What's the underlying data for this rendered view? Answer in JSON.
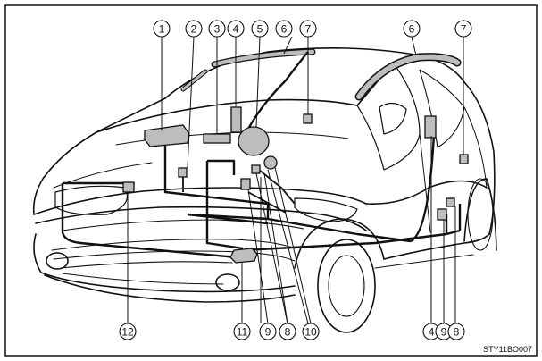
{
  "figure": {
    "reference_code": "STY11BO007",
    "callouts": [
      "1",
      "2",
      "3",
      "4",
      "5",
      "6",
      "7",
      "4",
      "9",
      "8",
      "6",
      "7",
      "12",
      "11",
      "9",
      "8",
      "10"
    ]
  },
  "colors": {
    "line": "#111111",
    "component_fill": "#bdbdbd",
    "background": "#ffffff"
  }
}
